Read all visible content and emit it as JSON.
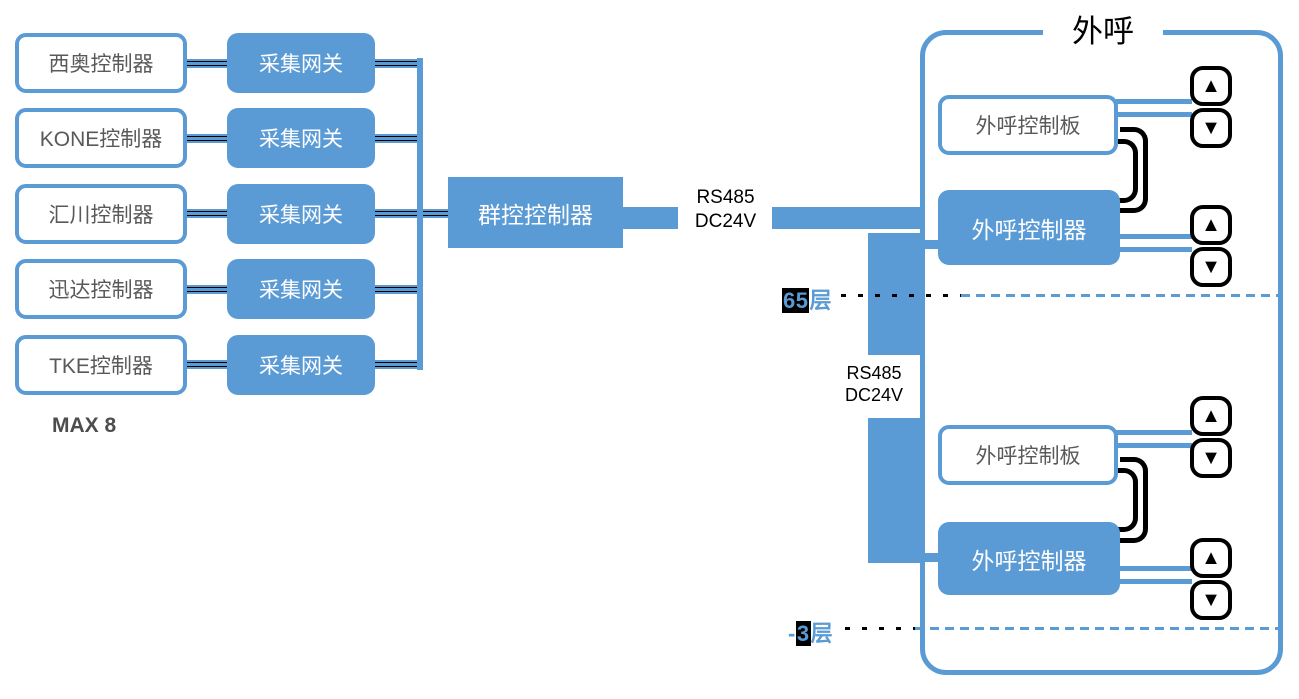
{
  "diagram": {
    "title": "外呼",
    "max_label": "MAX 8",
    "rows": [
      {
        "controller": "西奥控制器",
        "gateway": "采集网关"
      },
      {
        "controller": "KONE控制器",
        "gateway": "采集网关"
      },
      {
        "controller": "汇川控制器",
        "gateway": "采集网关"
      },
      {
        "controller": "迅达控制器",
        "gateway": "采集网关"
      },
      {
        "controller": "TKE控制器",
        "gateway": "采集网关"
      }
    ],
    "group_controller": "群控控制器",
    "bus_link_label": {
      "line1": "RS485",
      "line2": "DC24V"
    },
    "riser_label": {
      "line1": "RS485",
      "line2": "DC24V"
    },
    "hall_call_groups": [
      {
        "board": "外呼控制板",
        "controller": "外呼控制器"
      },
      {
        "board": "外呼控制板",
        "controller": "外呼控制器"
      }
    ],
    "floor_labels": {
      "top": {
        "number": "65",
        "unit": "层"
      },
      "bottom": {
        "sign": "-",
        "number": "3",
        "unit": "层"
      }
    },
    "icons": {
      "up_arrow": "▲",
      "down_arrow": "▼"
    },
    "colors": {
      "accent_blue": "#5B9BD5",
      "box_text_gray": "#595959",
      "line_black": "#000000"
    }
  }
}
